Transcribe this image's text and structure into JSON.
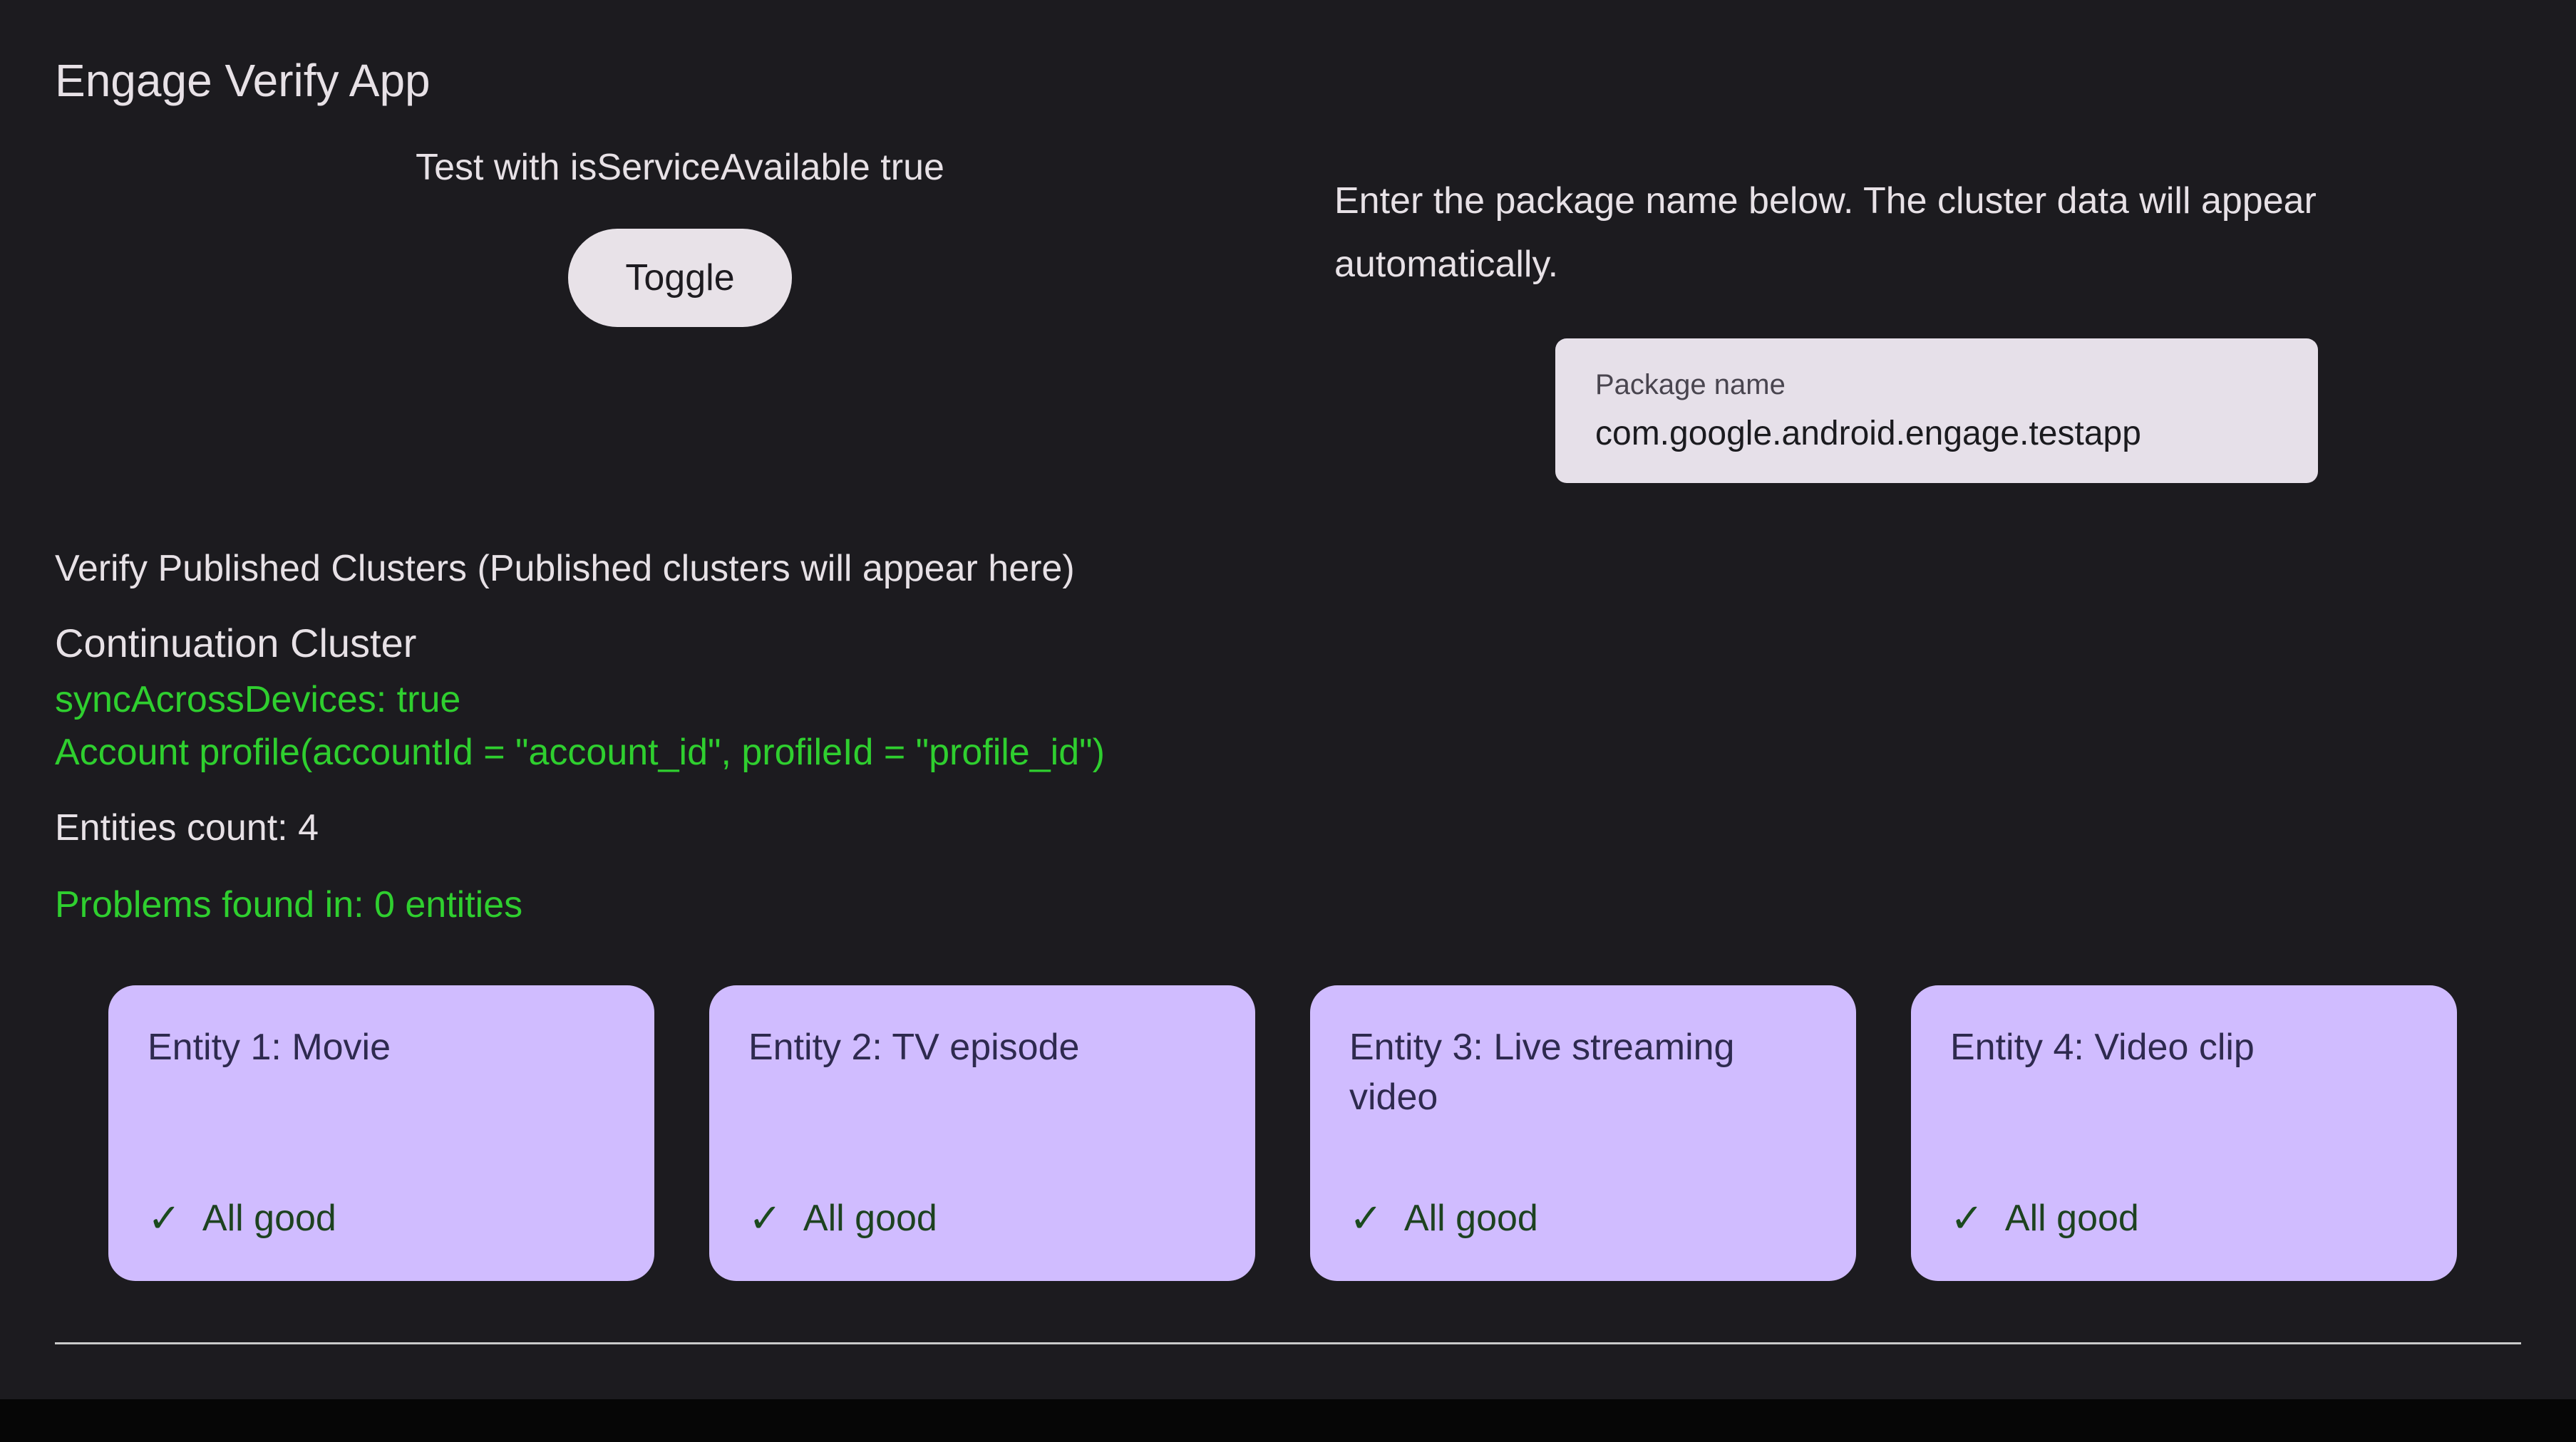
{
  "colors": {
    "background": "#1C1B1F",
    "text_primary": "#E7E1E6",
    "accent_green": "#2FCF2F",
    "button_bg": "#E8E2E8",
    "button_text": "#1D1B20",
    "field_bg": "#E6E0E9",
    "field_label": "#49454F",
    "field_value": "#1B1B1F",
    "card_bg": "#D0BCFF",
    "card_text": "#2E2A4F",
    "card_ok_green": "#1D4220",
    "divider": "#CACACA"
  },
  "header": {
    "app_title": "Engage Verify App"
  },
  "service_test": {
    "label": "Test with isServiceAvailable true",
    "toggle_button": "Toggle"
  },
  "package_section": {
    "instructions": "Enter the package name below. The cluster data will appear automatically.",
    "field_label": "Package name",
    "field_value": "com.google.android.engage.testapp"
  },
  "clusters": {
    "section_title": "Verify Published Clusters (Published clusters will appear here)",
    "cluster_title": "Continuation Cluster",
    "sync_line": "syncAcrossDevices: true",
    "account_line": "Account profile(accountId = \"account_id\", profileId = \"profile_id\")",
    "entities_count": "Entities count: 4",
    "problems_line": "Problems found in: 0 entities",
    "check_icon": "✓",
    "entities": [
      {
        "title": "Entity 1: Movie",
        "status": "All good"
      },
      {
        "title": "Entity 2: TV episode",
        "status": "All good"
      },
      {
        "title": "Entity 3: Live streaming video",
        "status": "All good"
      },
      {
        "title": "Entity 4: Video clip",
        "status": "All good"
      }
    ]
  }
}
